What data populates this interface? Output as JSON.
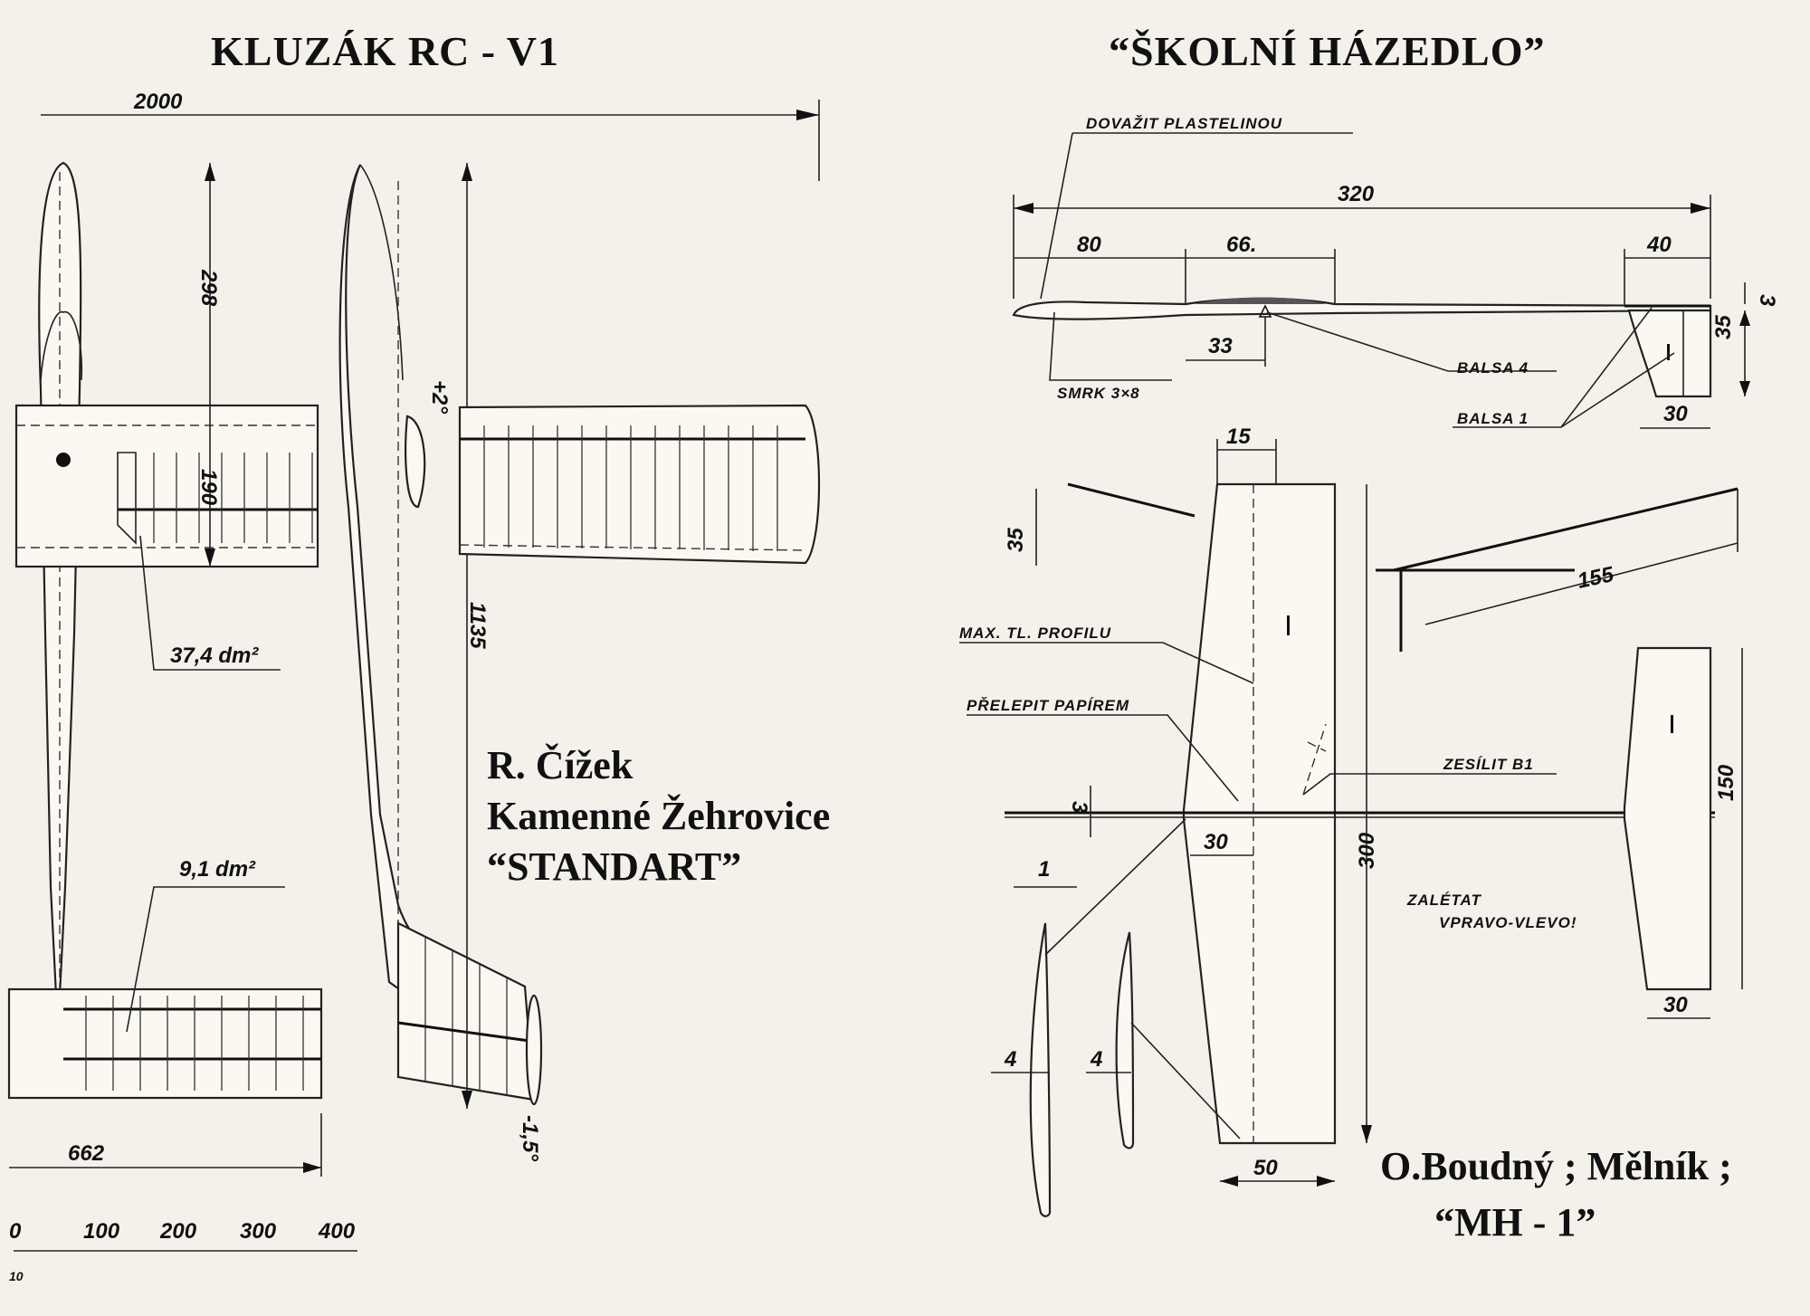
{
  "left_plan": {
    "title": "KLUZÁK  RC - V1",
    "dims": {
      "span": "2000",
      "nose_length": "298",
      "chord": "190",
      "fuselage_length": "1135",
      "wing_incidence": "+2°",
      "stab_incidence": "-1,5°",
      "stab_span": "662"
    },
    "areas": {
      "wing": "37,4 dm²",
      "stab": "9,1 dm²"
    },
    "scale": {
      "ticks": [
        "0",
        "100",
        "200",
        "300",
        "400"
      ],
      "footnote": "10"
    },
    "credit": {
      "line1": "R. Čížek",
      "line2": "Kamenné Žehrovice",
      "line3": "“STANDART”"
    }
  },
  "right_plan": {
    "title": "“ŠKOLNÍ  HÁZEDLO”",
    "dims": {
      "length": "320",
      "nose": "80",
      "wing_pos": "66.",
      "tail_root": "40",
      "fin_height": "35",
      "boom": "3",
      "cg": "33",
      "fin_chord": "30",
      "tip_width": "15",
      "dihedral": "35",
      "half_span": "155",
      "rod": "3",
      "wing_root": "30",
      "wing_span": "300",
      "wing_tip": "50",
      "stab_span": "150",
      "stab_chord": "30",
      "section_top": "1",
      "section_a": "4",
      "section_b": "4"
    },
    "labels": {
      "ballast": "DOVAŽIT  PLASTELINOU",
      "spruce": "SMRK 3×8",
      "balsa4": "BALSA 4",
      "balsa1": "BALSA 1",
      "max_thickness": "MAX. TL. PROFILU",
      "paper": "PŘELEPIT PAPÍREM",
      "reinforce": "ZESÍLIT B1",
      "trim_line1": "ZALÉTAT",
      "trim_line2": "VPRAVO-VLEVO!"
    },
    "credit": {
      "line1": "O.Boudný ; Mělník ;",
      "line2": "“MH - 1”"
    }
  }
}
